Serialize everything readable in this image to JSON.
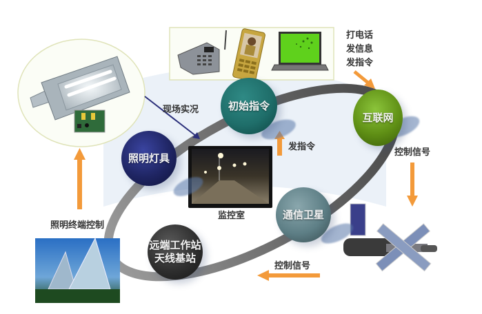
{
  "diagram": {
    "nodes": {
      "initial_command": {
        "label": "初始指令",
        "color": "#1f6e6a"
      },
      "internet": {
        "label": "互联网",
        "color": "#5f8f15"
      },
      "lighting_fixture": {
        "label": "照明灯具",
        "color": "#1f2563"
      },
      "comm_satellite": {
        "label": "通信卫星",
        "color": "#5e7f86"
      },
      "remote_station": {
        "line1": "远端工作站",
        "line2": "天线基站",
        "color": "#2f2f2f"
      }
    },
    "labels": {
      "user_actions": [
        "打电话",
        "发信息",
        "发指令"
      ],
      "site_status": "现场实况",
      "send_command": "发指令",
      "monitor_room": "监控室",
      "control_signal_right": "控制信号",
      "control_signal_bottom": "控制信号",
      "terminal_control": "照明终端控制"
    },
    "images": {
      "devices": [
        "desk-phone",
        "mobile-phone",
        "laptop"
      ],
      "streetlight": "streetlight-lamp",
      "controller_board": "circuit-board",
      "monitor": "night-road-monitor",
      "satellite": "satellite",
      "antenna_station": "antenna-station"
    },
    "colors": {
      "arrow_orange": "#f39a3a",
      "arrow_blue": "#2b2f7a",
      "ring_gray": "#7a7a7a",
      "ring_dark": "#4a4a4a"
    }
  }
}
